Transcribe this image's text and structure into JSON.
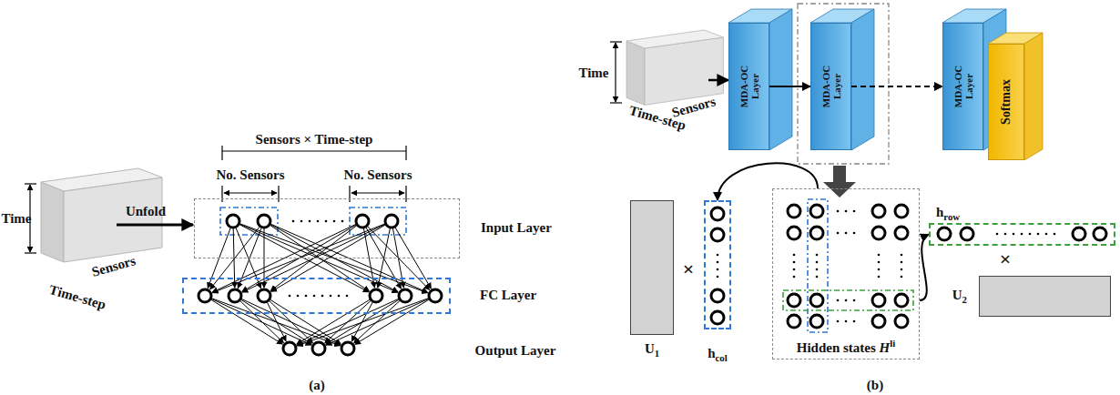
{
  "diagram": {
    "nodes": [
      {
        "text": [
          "Input Layer"
        ]
      },
      {
        "text": [
          "FC Layer"
        ]
      },
      {
        "text": [
          "MDA-OC Layer"
        ]
      },
      {
        "text": [
          "MDA-OC Layer"
        ]
      },
      {
        "text": [
          "MDA-OC Layer"
        ]
      },
      {
        "text": [
          "Softmax"
        ]
      },
      {
        "text": [
          "U1"
        ]
      },
      {
        "text": [
          "hcol"
        ]
      },
      {
        "text": [
          "Hidden states Hli"
        ]
      },
      {
        "text": [
          "hrow"
        ]
      },
      {
        "text": [
          "U2"
        ]
      }
    ],
    "edges": [
      {
        "from": 2,
        "to": 3,
        "arrow": "to"
      },
      {
        "from": 3,
        "to": 4,
        "arrow": "to"
      },
      {
        "from": 8,
        "to": 7,
        "arrow": "to"
      },
      {
        "from": 8,
        "to": 9,
        "arrow": "to"
      }
    ],
    "labels": [
      "Time",
      "Time-step",
      "Sensors",
      "Unfold",
      "Sensors × Time-step",
      "No. Sensors",
      "No. Sensors",
      "Output Layer",
      "(a)",
      "Time",
      "Time-step",
      "Sensors",
      "×",
      "×",
      "(b)"
    ]
  }
}
